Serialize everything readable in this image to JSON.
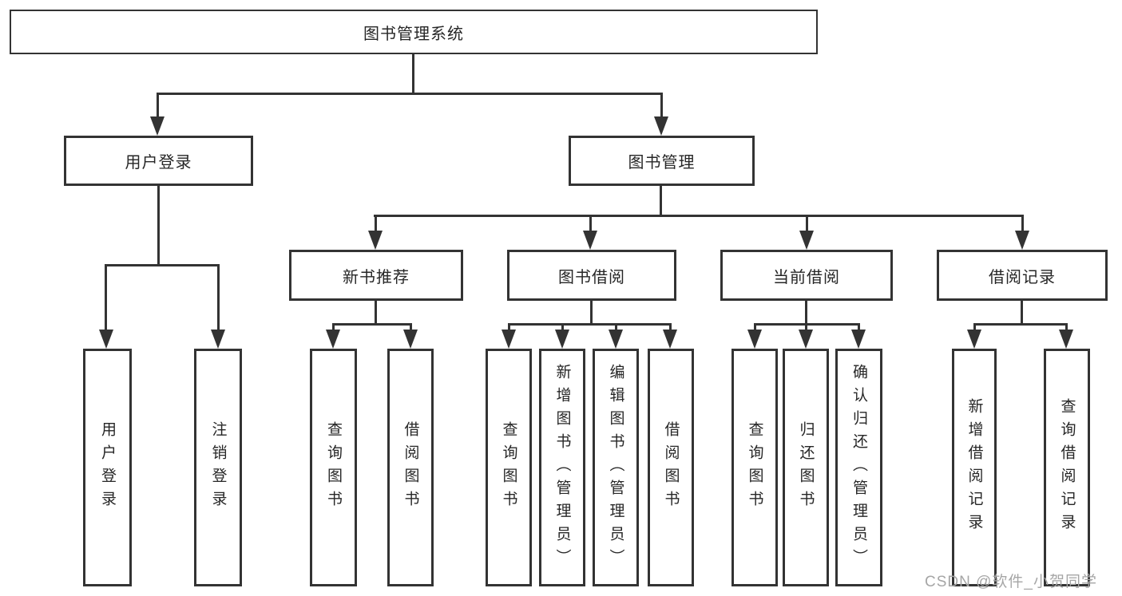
{
  "diagram": {
    "type": "hierarchy-tree",
    "root": {
      "label": "图书管理系统"
    },
    "branches": [
      {
        "label": "用户登录",
        "children": [
          {
            "label": "用户登录"
          },
          {
            "label": "注销登录"
          }
        ]
      },
      {
        "label": "图书管理",
        "children": [
          {
            "label": "新书推荐",
            "children": [
              {
                "label": "查询图书"
              },
              {
                "label": "借阅图书"
              }
            ]
          },
          {
            "label": "图书借阅",
            "children": [
              {
                "label": "查询图书"
              },
              {
                "label": "新增图书（管理员）"
              },
              {
                "label": "编辑图书（管理员）"
              },
              {
                "label": "借阅图书"
              }
            ]
          },
          {
            "label": "当前借阅",
            "children": [
              {
                "label": "查询图书"
              },
              {
                "label": "归还图书"
              },
              {
                "label": "确认归还（管理员）"
              }
            ]
          },
          {
            "label": "借阅记录",
            "children": [
              {
                "label": "新增借阅记录"
              },
              {
                "label": "查询借阅记录"
              }
            ]
          }
        ]
      }
    ],
    "colors": {
      "line": "#333333",
      "text": "#262626",
      "background": "#ffffff"
    }
  },
  "watermark": {
    "text": "CSDN @软件_小贺同学",
    "color": "#a6a6a6"
  }
}
